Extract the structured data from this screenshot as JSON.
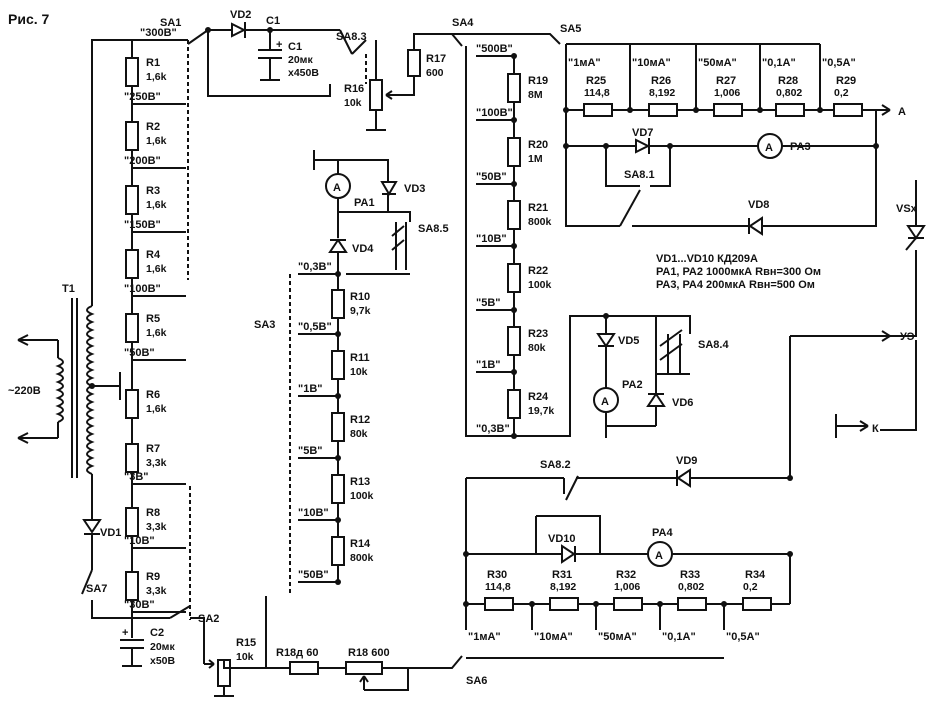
{
  "figure": {
    "title": "Рис. 7"
  },
  "transformer": {
    "ref": "T1",
    "mains": "~220В"
  },
  "switches": {
    "SA1": "SA1",
    "SA2": "SA2",
    "SA3": "SA3",
    "SA4": "SA4",
    "SA5": "SA5",
    "SA6": "SA6",
    "SA7": "SA7",
    "SA8_1": "SA8.1",
    "SA8_2": "SA8.2",
    "SA8_3": "SA8.3",
    "SA8_4": "SA8.4",
    "SA8_5": "SA8.5"
  },
  "left_chain": {
    "taps": [
      "\"300В\"",
      "\"250В\"",
      "\"200В\"",
      "\"150В\"",
      "\"100В\"",
      "\"50В\"",
      "\"3В\"",
      "\"10В\"",
      "\"30В\""
    ],
    "resistors": [
      {
        "ref": "R1",
        "val": "1,6k"
      },
      {
        "ref": "R2",
        "val": "1,6k"
      },
      {
        "ref": "R3",
        "val": "1,6k"
      },
      {
        "ref": "R4",
        "val": "1,6k"
      },
      {
        "ref": "R5",
        "val": "1,6k"
      },
      {
        "ref": "R6",
        "val": "1,6k"
      },
      {
        "ref": "R7",
        "val": "3,3k"
      },
      {
        "ref": "R8",
        "val": "3,3k"
      },
      {
        "ref": "R9",
        "val": "3,3k"
      }
    ]
  },
  "diodes": {
    "VD1": "VD1",
    "VD2": "VD2",
    "VD3": "VD3",
    "VD4": "VD4",
    "VD5": "VD5",
    "VD6": "VD6",
    "VD7": "VD7",
    "VD8": "VD8",
    "VD9": "VD9",
    "VD10": "VD10"
  },
  "capacitors": {
    "C1": {
      "ref": "C1",
      "v1": "20мк",
      "v2": "х450В"
    },
    "C2": {
      "ref": "C2",
      "v1": "20мк",
      "v2": "х50В"
    }
  },
  "r16": {
    "ref": "R16",
    "val": "10k"
  },
  "r17": {
    "ref": "R17",
    "val": "600"
  },
  "r15": {
    "ref": "R15",
    "val": "10k"
  },
  "r18d": {
    "label": "R18д 60"
  },
  "r18": {
    "label": "R18 600"
  },
  "middle_chain": {
    "taps": [
      "\"0,3В\"",
      "\"0,5В\"",
      "\"1В\"",
      "\"5В\"",
      "\"10В\"",
      "\"50В\""
    ],
    "resistors": [
      {
        "ref": "R10",
        "val": "9,7k"
      },
      {
        "ref": "R11",
        "val": "10k"
      },
      {
        "ref": "R12",
        "val": "80k"
      },
      {
        "ref": "R13",
        "val": "100k"
      },
      {
        "ref": "R14",
        "val": "800k"
      }
    ]
  },
  "right_chain": {
    "taps": [
      "\"500В\"",
      "\"100В\"",
      "\"50В\"",
      "\"10В\"",
      "\"5В\"",
      "\"1В\"",
      "\"0,3В\""
    ],
    "resistors": [
      {
        "ref": "R19",
        "val": "8M"
      },
      {
        "ref": "R20",
        "val": "1M"
      },
      {
        "ref": "R21",
        "val": "800k"
      },
      {
        "ref": "R22",
        "val": "100k"
      },
      {
        "ref": "R23",
        "val": "80k"
      },
      {
        "ref": "R24",
        "val": "19,7k"
      }
    ]
  },
  "shunt_top": {
    "ranges": [
      "\"1мА\"",
      "\"10мА\"",
      "\"50мА\"",
      "\"0,1А\"",
      "\"0,5А\""
    ],
    "resistors": [
      {
        "ref": "R25",
        "val": "114,8"
      },
      {
        "ref": "R26",
        "val": "8,192"
      },
      {
        "ref": "R27",
        "val": "1,006"
      },
      {
        "ref": "R28",
        "val": "0,802"
      },
      {
        "ref": "R29",
        "val": "0,2"
      }
    ]
  },
  "shunt_bottom": {
    "ranges": [
      "\"1мА\"",
      "\"10мА\"",
      "\"50мА\"",
      "\"0,1А\"",
      "\"0,5А\""
    ],
    "resistors": [
      {
        "ref": "R30",
        "val": "114,8"
      },
      {
        "ref": "R31",
        "val": "8,192"
      },
      {
        "ref": "R32",
        "val": "1,006"
      },
      {
        "ref": "R33",
        "val": "0,802"
      },
      {
        "ref": "R34",
        "val": "0,2"
      }
    ]
  },
  "meters": {
    "PA1": "PA1",
    "PA2": "PA2",
    "PA3": "PA3",
    "PA4": "PA4",
    "symbol": "A"
  },
  "notes": [
    "VD1...VD10 КД209А",
    "РА1, РА2 1000мкА Rвн=300 Ом",
    "РА3, РА4 200мкА Rвн=500 Ом"
  ],
  "terminals": {
    "A": "А",
    "UE": "УЭ",
    "K": "К",
    "VSx": "VSx"
  }
}
